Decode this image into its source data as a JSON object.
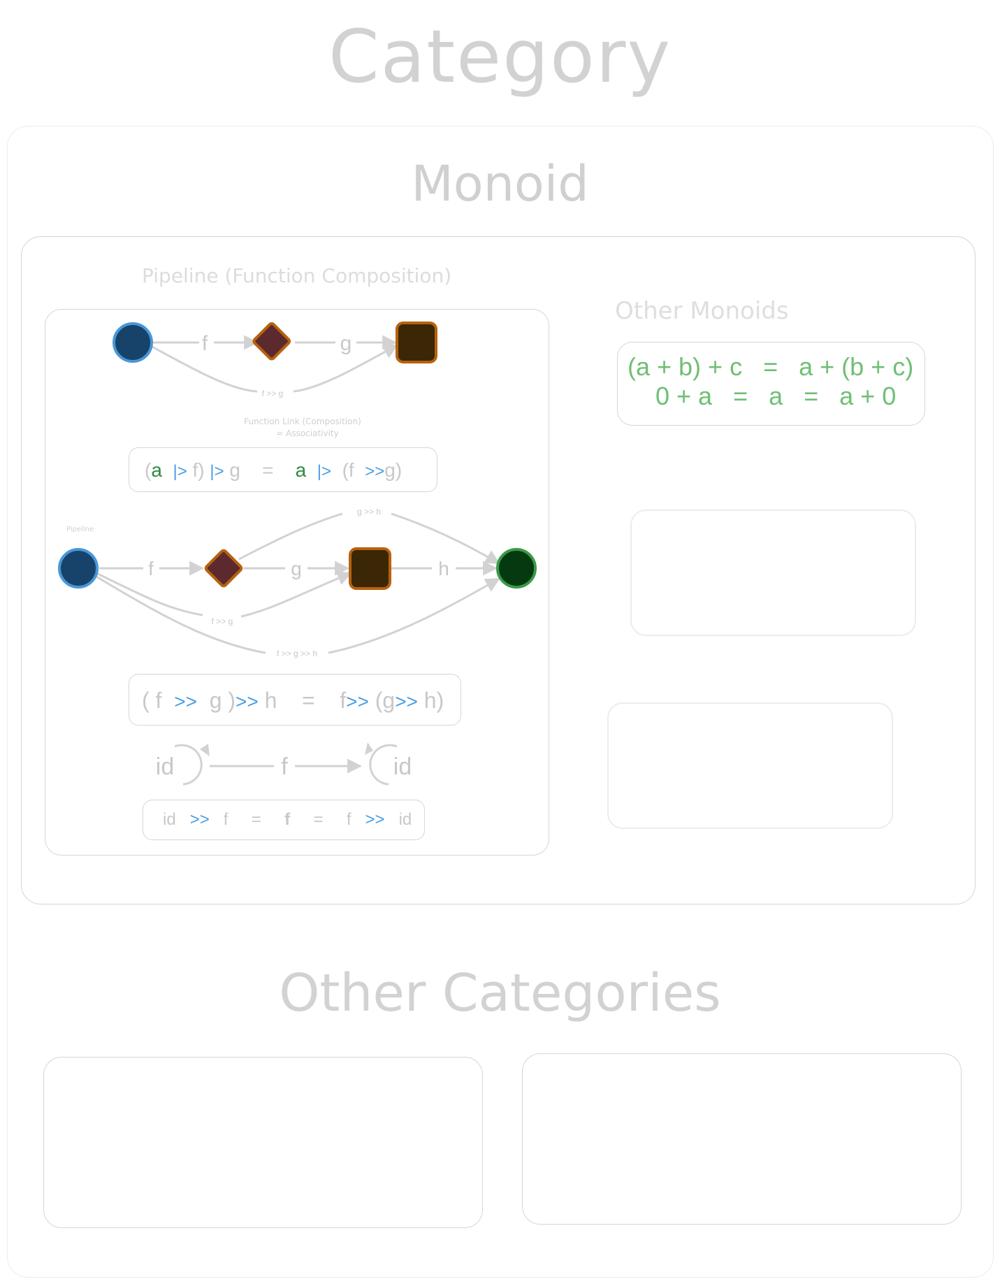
{
  "page": {
    "title": "Category",
    "other_categories_title": "Other Categories"
  },
  "monoid": {
    "title": "Monoid",
    "pipeline_section_title": "Pipeline (Function Composition)",
    "other_monoids_title": "Other Monoids",
    "diagram1": {
      "edge_f": "f",
      "edge_g": "g",
      "edge_fg": "f >> g",
      "caption_line1": "Function Link (Composition)",
      "caption_line2": "= Associativity"
    },
    "formula_pipe": {
      "p1": "(",
      "a1": "a",
      "op1": "|>",
      "f1": "f)",
      "op2": "|>",
      "g1": "g",
      "eq": "=",
      "a2": "a",
      "op3": "|>",
      "f2": "(f",
      "op4": ">>",
      "g2": "g)"
    },
    "diagram2": {
      "label": "Pipeline",
      "edge_f": "f",
      "edge_g": "g",
      "edge_h": "h",
      "edge_gh": "g >> h",
      "edge_fg": "f >> g",
      "edge_fgh": "f >> g >> h"
    },
    "formula_assoc": {
      "t1": "( f",
      "op1": ">>",
      "t2": "g )",
      "op2": ">>",
      "t3": "h",
      "eq": "=",
      "t4": "f",
      "op3": ">>",
      "t5": "(g",
      "op4": ">>",
      "t6": "h)"
    },
    "diagram3": {
      "id_left": "id",
      "edge_f": "f",
      "id_right": "id"
    },
    "formula_identity": {
      "t1": "id",
      "op1": ">>",
      "t2": "f",
      "eq1": "=",
      "t3": "f",
      "eq2": "=",
      "t4": "f",
      "op2": ">>",
      "t5": "id"
    },
    "other_monoids": {
      "line1": "(a + b) + c   =   a + (b + c)",
      "line2": "0 + a   =   a   =   a + 0"
    }
  },
  "colors": {
    "node_blue_fill": "#17436b",
    "node_blue_stroke": "#4a97d8",
    "node_diamond_fill": "#5c2a2e",
    "node_square_fill": "#3b2705",
    "node_orange_stroke": "#b6620f",
    "node_green_fill": "#053a10",
    "node_green_stroke": "#3a9a48",
    "edge": "#d2d2d2"
  }
}
